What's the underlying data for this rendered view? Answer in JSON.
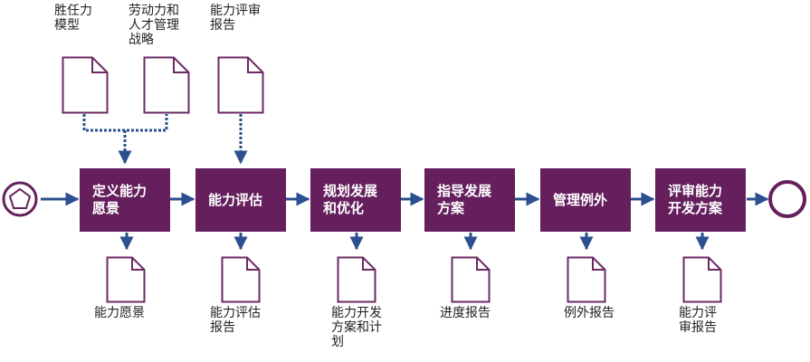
{
  "colors": {
    "step_fill": "#641f5c",
    "flow_line": "#2b4f8f",
    "doc_stroke": "#6b2a64"
  },
  "inputs": [
    {
      "label": "胜任力\n模型",
      "icon": "document-icon"
    },
    {
      "label": "劳动力和\n人才管理\n战略",
      "icon": "document-icon"
    },
    {
      "label": "能力评审\n报告",
      "icon": "document-icon"
    }
  ],
  "start_event": {
    "icon": "pentagon-start-icon"
  },
  "end_event": {
    "icon": "end-circle-icon"
  },
  "steps": [
    {
      "label": "定义能力\n愿景"
    },
    {
      "label": "能力评估"
    },
    {
      "label": "规划发展\n和优化"
    },
    {
      "label": "指导发展\n方案"
    },
    {
      "label": "管理例外"
    },
    {
      "label": "评审能力\n开发方案"
    }
  ],
  "outputs": [
    {
      "label": "能力愿景",
      "icon": "document-icon"
    },
    {
      "label": "能力评估\n报告",
      "icon": "document-icon"
    },
    {
      "label": "能力开发\n方案和计\n划",
      "icon": "document-icon"
    },
    {
      "label": "进度报告",
      "icon": "document-icon"
    },
    {
      "label": "例外报告",
      "icon": "document-icon"
    },
    {
      "label": "能力评\n审报告",
      "icon": "document-icon"
    }
  ]
}
